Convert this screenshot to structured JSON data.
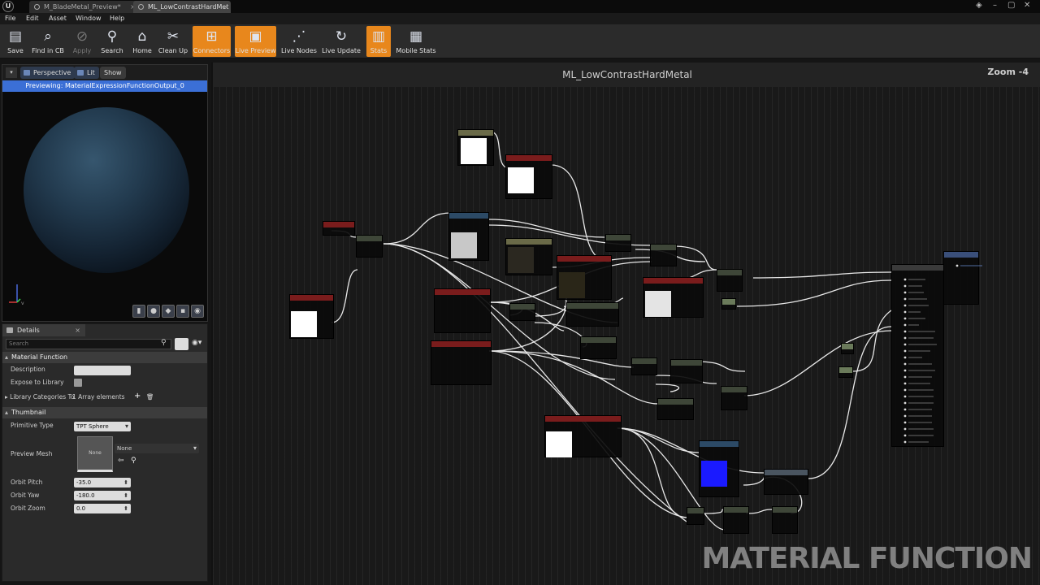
{
  "tabs": [
    {
      "label": "M_BladeMetal_Preview*",
      "active": false
    },
    {
      "label": "ML_LowContrastHardMet",
      "active": true
    }
  ],
  "menu": [
    "File",
    "Edit",
    "Asset",
    "Window",
    "Help"
  ],
  "toolbar": [
    {
      "label": "Save",
      "icon": "save-icon",
      "active": false,
      "disabled": false
    },
    {
      "label": "Find in CB",
      "icon": "find-icon",
      "active": false,
      "disabled": false
    },
    {
      "label": "Apply",
      "icon": "apply-icon",
      "active": false,
      "disabled": true
    },
    {
      "label": "Search",
      "icon": "search-icon",
      "active": false,
      "disabled": false
    },
    {
      "label": "Home",
      "icon": "home-icon",
      "active": false,
      "disabled": false
    },
    {
      "label": "Clean Up",
      "icon": "broom-icon",
      "active": false,
      "disabled": false
    },
    {
      "label": "Connectors",
      "icon": "connectors-icon",
      "active": true,
      "disabled": false
    },
    {
      "label": "Live Preview",
      "icon": "tv-icon",
      "active": true,
      "disabled": false
    },
    {
      "label": "Live Nodes",
      "icon": "nodes-icon",
      "active": false,
      "disabled": false
    },
    {
      "label": "Live Update",
      "icon": "refresh-icon",
      "active": false,
      "disabled": false
    },
    {
      "label": "Stats",
      "icon": "stats-icon",
      "active": true,
      "disabled": false
    },
    {
      "label": "Mobile Stats",
      "icon": "mobile-stats-icon",
      "active": false,
      "disabled": false
    }
  ],
  "viewport": {
    "perspective_label": "Perspective",
    "lit_label": "Lit",
    "show_label": "Show",
    "previewing": "Previewing: MaterialExpressionFunctionOutput_0"
  },
  "details": {
    "tab_label": "Details",
    "search_placeholder": "Search",
    "material_function": {
      "title": "Material Function",
      "description_label": "Description",
      "description_value": "",
      "expose_label": "Expose to Library",
      "library_label": "Library Categories To",
      "library_value": "1 Array elements"
    },
    "thumbnail": {
      "title": "Thumbnail",
      "primitive_label": "Primitive Type",
      "primitive_value": "TPT Sphere",
      "preview_mesh_label": "Preview Mesh",
      "mesh_thumb": "None",
      "mesh_value": "None",
      "orbit_pitch_label": "Orbit Pitch",
      "orbit_pitch_value": "-35.0",
      "orbit_yaw_label": "Orbit Yaw",
      "orbit_yaw_value": "-180.0",
      "orbit_zoom_label": "Orbit Zoom",
      "orbit_zoom_value": "0.0"
    }
  },
  "graph": {
    "title": "ML_LowContrastHardMetal",
    "zoom": "Zoom -4",
    "watermark": "MATERIAL FUNCTION"
  },
  "colors": {
    "accent": "#e8871c",
    "selection": "#3b6fd6",
    "input_header": "#7a1c1c",
    "math_header": "#3e4638",
    "texture_header": "#2c4a66",
    "output_header": "#3a4f7a"
  }
}
